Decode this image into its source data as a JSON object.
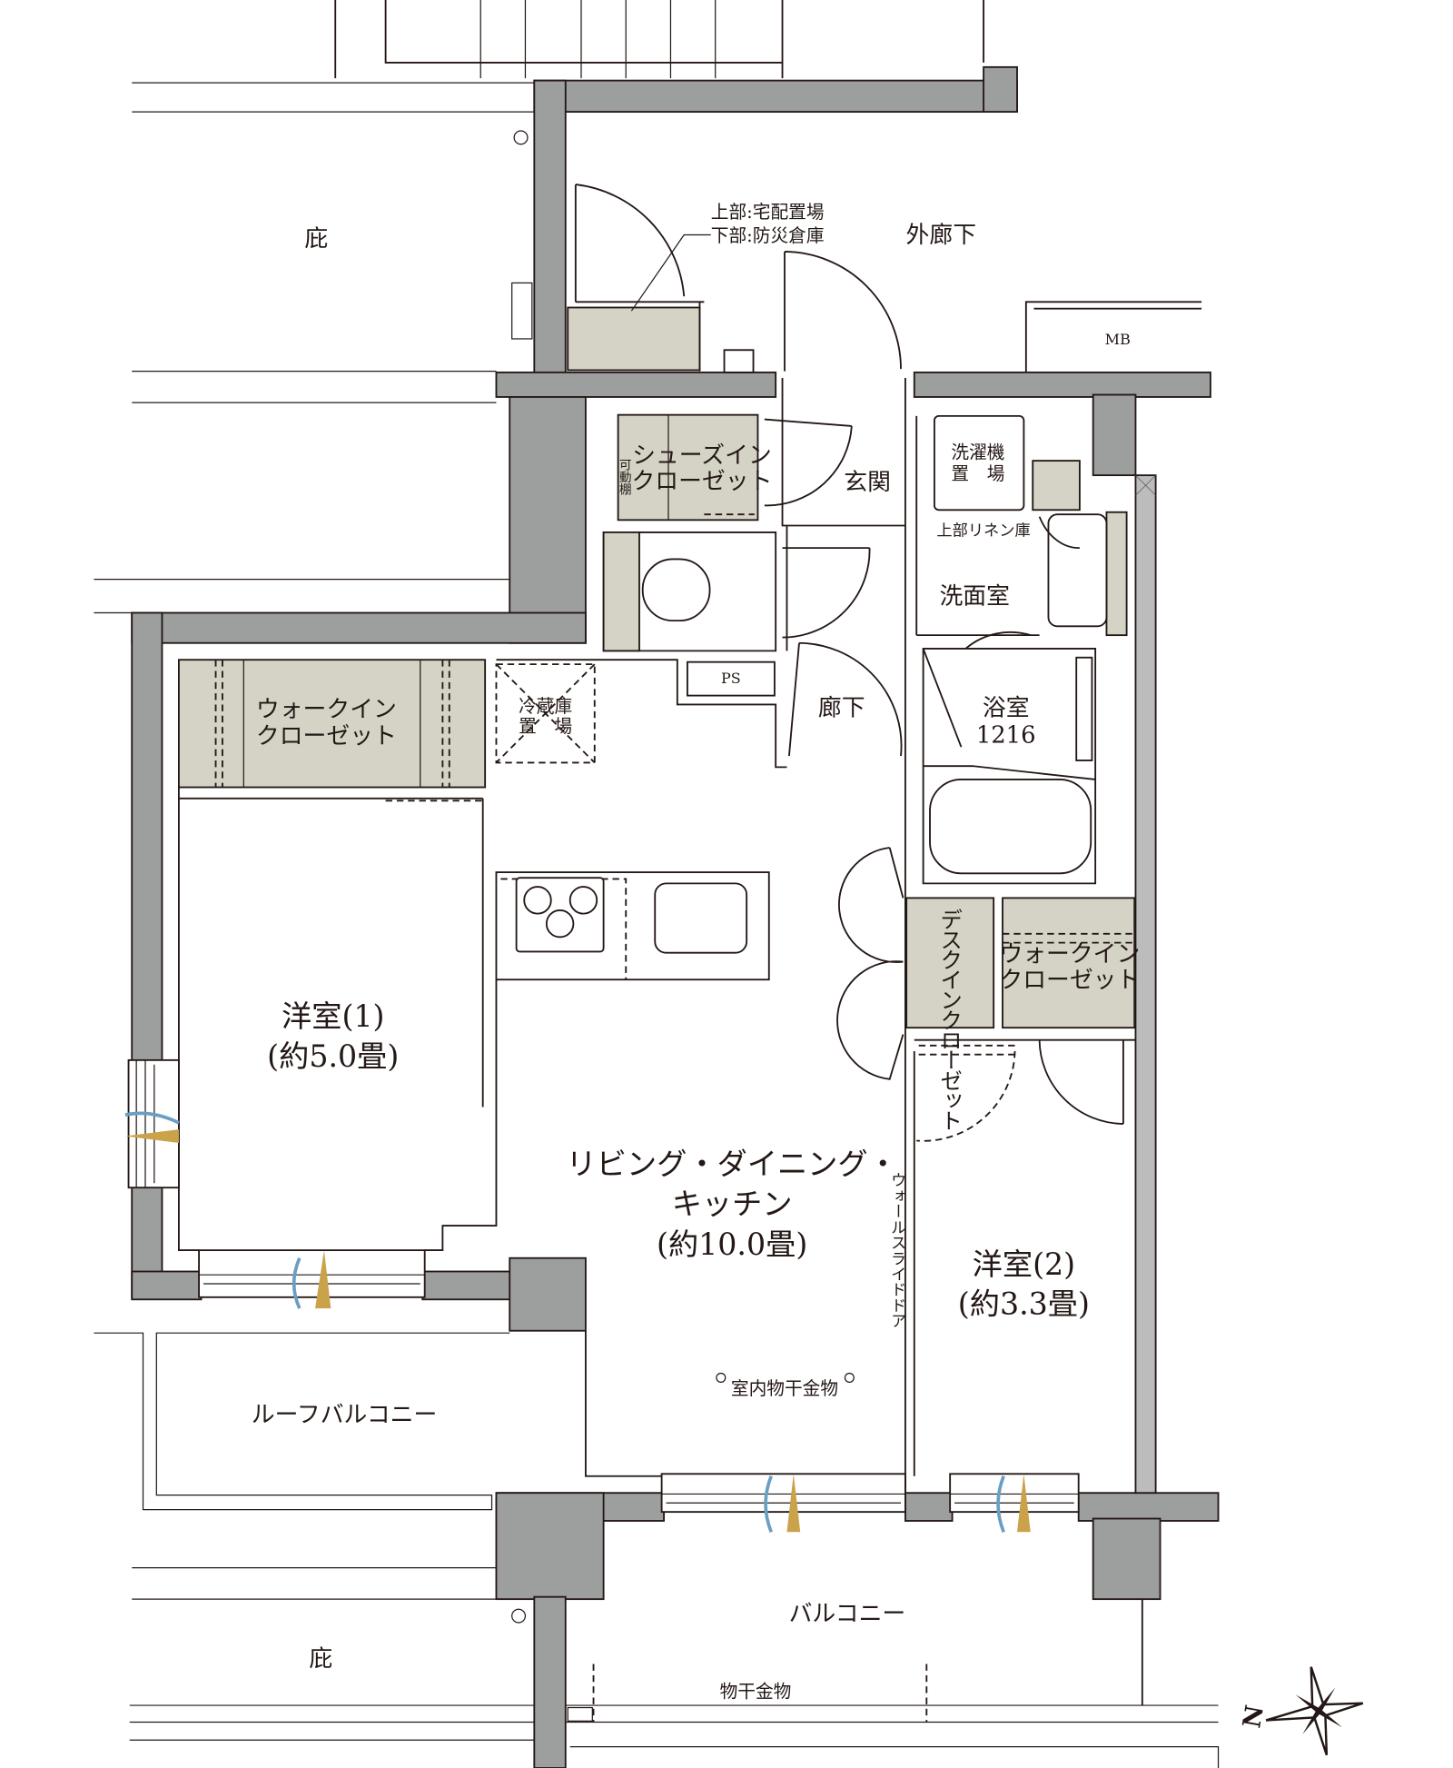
{
  "plan": {
    "eaves_top": "庇",
    "eaves_bottom": "庇",
    "delivery_box_line1": "上部:宅配置場",
    "delivery_box_line2": "下部:防災倉庫",
    "outer_corridor": "外廊下",
    "meter_box": "MB",
    "shoe_closet_shelf": "可動棚",
    "shoe_closet_line1": "シューズイン",
    "shoe_closet_line2": "クローゼット",
    "entrance": "玄関",
    "washer_line1": "洗濯機",
    "washer_line2": "置　場",
    "linen": "上部リネン庫",
    "washroom": "洗面室",
    "bathroom": "浴室",
    "bath_size": "1216",
    "hallway": "廊下",
    "pipe_space": "PS",
    "fridge_line1": "冷蔵庫",
    "fridge_line2": "置　場",
    "wic_left_line1": "ウォークイン",
    "wic_left_line2": "クローゼット",
    "room1_name": "洋室(1)",
    "room1_size": "(約5.0畳)",
    "ldk_line1": "リビング・ダイニング・",
    "ldk_line2": "キッチン",
    "ldk_size": "(約10.0畳)",
    "desk_closet": "デスクインクローゼット",
    "wic_right_line1": "ウォークイン",
    "wic_right_line2": "クローゼット",
    "wall_slide_door": "ウォールスライドドア",
    "room2_name": "洋室(2)",
    "room2_size": "(約3.3畳)",
    "indoor_drying": "室内物干金物",
    "roof_balcony": "ルーフバルコニー",
    "balcony": "バルコニー",
    "drying_rack": "物干金物",
    "north_label": "N"
  },
  "colors": {
    "wall": "#9d9e9e",
    "closet": "#d4d3c6",
    "line": "#231815",
    "airflow_blue": "#6a9fc4",
    "light_gold": "#c9a24a"
  },
  "icons": [
    "compass-rose-icon",
    "airflow-icon",
    "hanger-hook-icon"
  ]
}
